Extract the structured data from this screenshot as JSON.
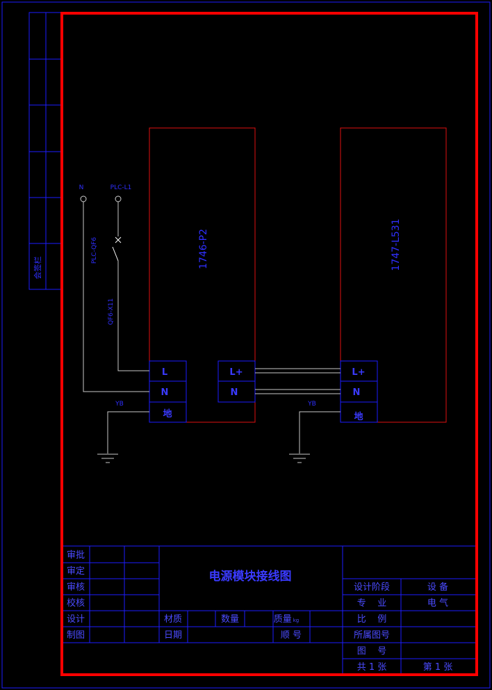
{
  "colors": {
    "background": "#000000",
    "frame_red": "#ff0000",
    "module_red": "#e01010",
    "line_blue": "#1d1dff",
    "text_blue": "#3a3aff",
    "wire_gray": "#c8c8c8",
    "wire_white": "#ffffff"
  },
  "side_strip": {
    "label": "会签栏"
  },
  "terminals": {
    "n_label": "N",
    "plc_label": "PLC-L1",
    "breaker_label": "PLC-QF6",
    "wire_label": "QF6-X11",
    "ground_left": "YB",
    "ground_right": "YB"
  },
  "modules": [
    {
      "name": "1746-P2",
      "ports": [
        "L",
        "N",
        "地"
      ],
      "aux_ports": [
        "L+",
        "N"
      ]
    },
    {
      "name": "1747-L531",
      "ports": [
        "L+",
        "N",
        "地"
      ]
    }
  ],
  "title_block": {
    "drawing_title": "电源模块接线图",
    "left_rows": [
      "审批",
      "审定",
      "审核",
      "校核",
      "设计",
      "制图"
    ],
    "material_label": "材质",
    "quantity_label": "数量",
    "weight_label": "质量",
    "weight_unit": "kg",
    "date_label": "日期",
    "order_label": "顺 号",
    "stage_label": "设计阶段",
    "stage_value": "设 备",
    "discipline_label": "专    业",
    "discipline_value": "电 气",
    "scale_label": "比    例",
    "belongs_label": "所属图号",
    "number_label": "图    号",
    "total_label": "共 1 张",
    "sheet_label": "第 1 张"
  }
}
